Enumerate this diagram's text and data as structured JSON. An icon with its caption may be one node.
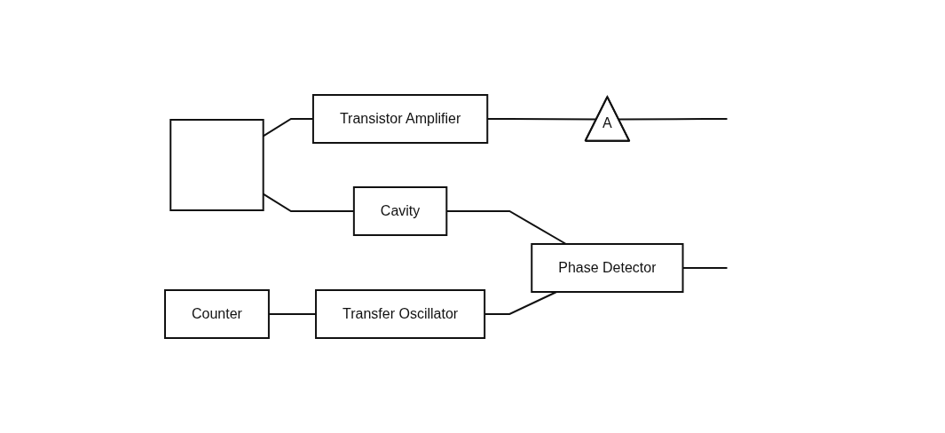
{
  "diagram": {
    "nodes": [
      {
        "text": [],
        "shape": "box"
      },
      {
        "text": [
          "Transistor Amplifier"
        ]
      },
      {
        "text": [
          "A"
        ]
      },
      {
        "text": [
          "Cavity"
        ]
      },
      {
        "text": [
          "Phase Detector"
        ]
      },
      {
        "text": [
          "Counter"
        ]
      },
      {
        "text": [
          "Transfer Oscillator"
        ]
      }
    ],
    "edges": [
      {
        "from": 0,
        "to": 1,
        "arrow": "none"
      },
      {
        "from": 1,
        "to": 2,
        "arrow": "none"
      },
      {
        "from": 2,
        "to": null,
        "arrow": "none"
      },
      {
        "from": 0,
        "to": 3,
        "arrow": "none"
      },
      {
        "from": 3,
        "to": 4,
        "arrow": "none"
      },
      {
        "from": 4,
        "to": null,
        "arrow": "none"
      },
      {
        "from": 5,
        "to": 6,
        "arrow": "none"
      },
      {
        "from": 6,
        "to": 4,
        "arrow": "none"
      }
    ]
  }
}
